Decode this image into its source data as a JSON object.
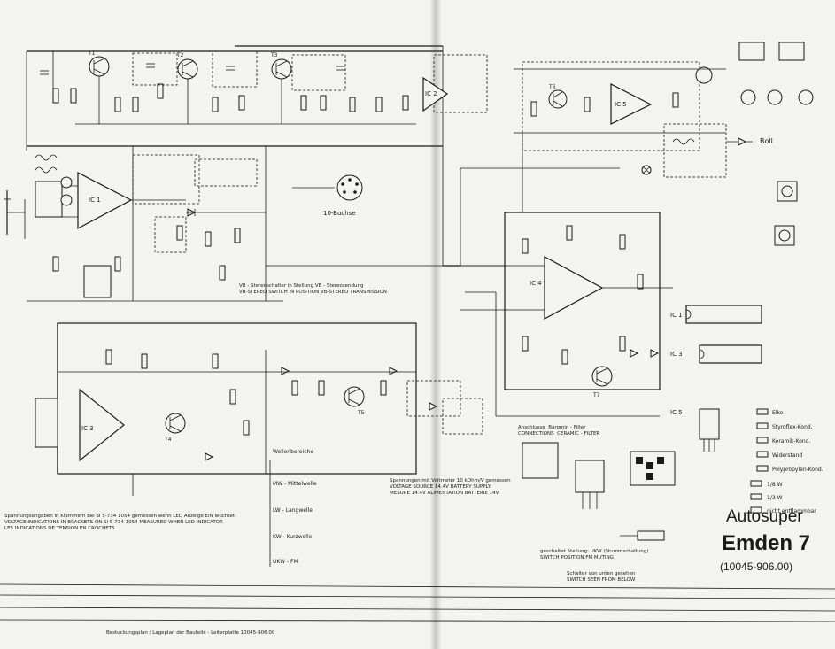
{
  "title": {
    "line1": "Autosuper",
    "line2": "Emden 7",
    "line3": "(10045-906.00)"
  },
  "ic_labels": [
    "IC 1",
    "IC 2",
    "IC 3",
    "IC 4",
    "IC 5"
  ],
  "transistors": [
    "T1",
    "T2",
    "T3",
    "T4",
    "T5",
    "T6",
    "T7"
  ],
  "connector_label": "10-Buchse",
  "output_label": "Boll",
  "notes": {
    "left_bottom": "Spannungsangaben in Klammern bei SI 5-734 1054 gemessen wenn LED Anzeige EIN leuchtet\nVOLTAGE INDICATIONS IN BRACKETS ON SI 5-734 1054 MEASURED WHEN LED INDICATOR\nLES INDICATIONS DE TENSION EN CROCHETS",
    "center_switch": "VB - Stereoschalter in Stellung VB - Stereosendung\nVB-STEREO SWITCH IN POSITION VB-STEREO TRANSMISSION",
    "measure": "Spannungen mit Voltmeter 10 kOhm/V gemessen\nVOLTAGE SOURCE 14.4V BATTERY SUPPLY\nMESURE 14.4V ALIMENTATION BATTERIE 14V",
    "supply": "Anschlusse  Bargmin - Filter\nCONNECTIONS  CERAMIC - FILTER",
    "switch_pos": "geschaltet Stellung: UKW (Stummschaltung)\nSWITCH POSITION FM MUTING",
    "switch_note": "Schalter von unten gesehen\nSWITCH SEEN FROM BELOW"
  },
  "waveband_legend": [
    "MW - Mittelwelle",
    "LW - Langwelle",
    "KW - Kurzwelle",
    "UKW - FM"
  ],
  "parts_legend": [
    "Elko",
    "Styroflex-Kond.",
    "Keramik-Kond.",
    "Widerstand",
    "Polypropylen-Kond.",
    "1/8 W",
    "1/3 W",
    "nicht entflammbar"
  ],
  "bottom_strip": "Bestuckungsplan / Lageplan der Bauteile - Leiterplatte 10045-906.00"
}
